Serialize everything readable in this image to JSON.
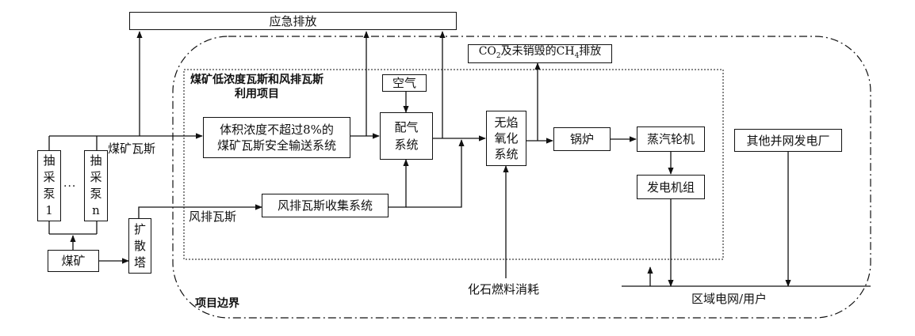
{
  "emergency": "应急排放",
  "co2_prefix": "CO",
  "co2_sub": "2",
  "co2_mid": "及未销毁的CH",
  "co2_sub2": "4",
  "co2_suffix": "排放",
  "project_title_1": "煤矿低浓度瓦斯和风排瓦斯",
  "project_title_2": "利用项目",
  "air": "空气",
  "transport_1": "体积浓度不超过8%的",
  "transport_2": "煤矿瓦斯安全输送系统",
  "mix_1": "配气",
  "mix_2": "系统",
  "oxid_1": "无焰",
  "oxid_2": "氧化",
  "oxid_3": "系统",
  "boiler": "锅炉",
  "turbine": "蒸汽轮机",
  "generator": "发电机组",
  "other_plant": "其他并网发电厂",
  "mine_gas": "煤矿瓦斯",
  "vent_gas": "风排瓦斯",
  "vent_collect": "风排瓦斯收集系统",
  "pump1": [
    "抽",
    "采",
    "泵",
    "1"
  ],
  "pumpn": [
    "抽",
    "采",
    "泵",
    "n"
  ],
  "dots": "···",
  "coal_mine": "煤矿",
  "diffuser": [
    "扩",
    "散",
    "塔"
  ],
  "fossil": "化石燃料消耗",
  "grid": "区域电网/用户",
  "boundary": "项目边界"
}
